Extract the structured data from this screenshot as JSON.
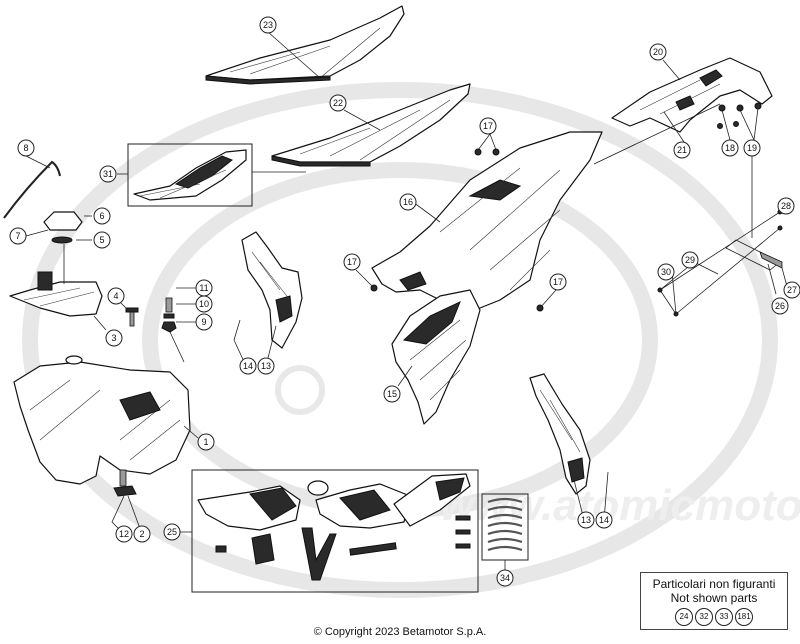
{
  "callouts": [
    {
      "id": "c1",
      "label": "1"
    },
    {
      "id": "c2",
      "label": "2"
    },
    {
      "id": "c3",
      "label": "3"
    },
    {
      "id": "c4",
      "label": "4"
    },
    {
      "id": "c5",
      "label": "5"
    },
    {
      "id": "c6",
      "label": "6"
    },
    {
      "id": "c7",
      "label": "7"
    },
    {
      "id": "c8",
      "label": "8"
    },
    {
      "id": "c9",
      "label": "9"
    },
    {
      "id": "c10",
      "label": "10"
    },
    {
      "id": "c11",
      "label": "11"
    },
    {
      "id": "c12",
      "label": "12"
    },
    {
      "id": "c13a",
      "label": "13"
    },
    {
      "id": "c14a",
      "label": "14"
    },
    {
      "id": "c13b",
      "label": "13"
    },
    {
      "id": "c14b",
      "label": "14"
    },
    {
      "id": "c15",
      "label": "15"
    },
    {
      "id": "c16",
      "label": "16"
    },
    {
      "id": "c17a",
      "label": "17"
    },
    {
      "id": "c17b",
      "label": "17"
    },
    {
      "id": "c17c",
      "label": "17"
    },
    {
      "id": "c18",
      "label": "18"
    },
    {
      "id": "c19",
      "label": "19"
    },
    {
      "id": "c20",
      "label": "20"
    },
    {
      "id": "c21",
      "label": "21"
    },
    {
      "id": "c22",
      "label": "22"
    },
    {
      "id": "c23",
      "label": "23"
    },
    {
      "id": "c25",
      "label": "25"
    },
    {
      "id": "c26",
      "label": "26"
    },
    {
      "id": "c27",
      "label": "27"
    },
    {
      "id": "c28",
      "label": "28"
    },
    {
      "id": "c29",
      "label": "29"
    },
    {
      "id": "c30",
      "label": "30"
    },
    {
      "id": "c31",
      "label": "31"
    },
    {
      "id": "c34",
      "label": "34"
    }
  ],
  "legend": {
    "line1": "Particolari non figuranti",
    "line2": "Not shown parts",
    "parts": [
      "24",
      "32",
      "33",
      "181"
    ]
  },
  "copyright": "© Copyright 2023 Betamotor S.p.A."
}
